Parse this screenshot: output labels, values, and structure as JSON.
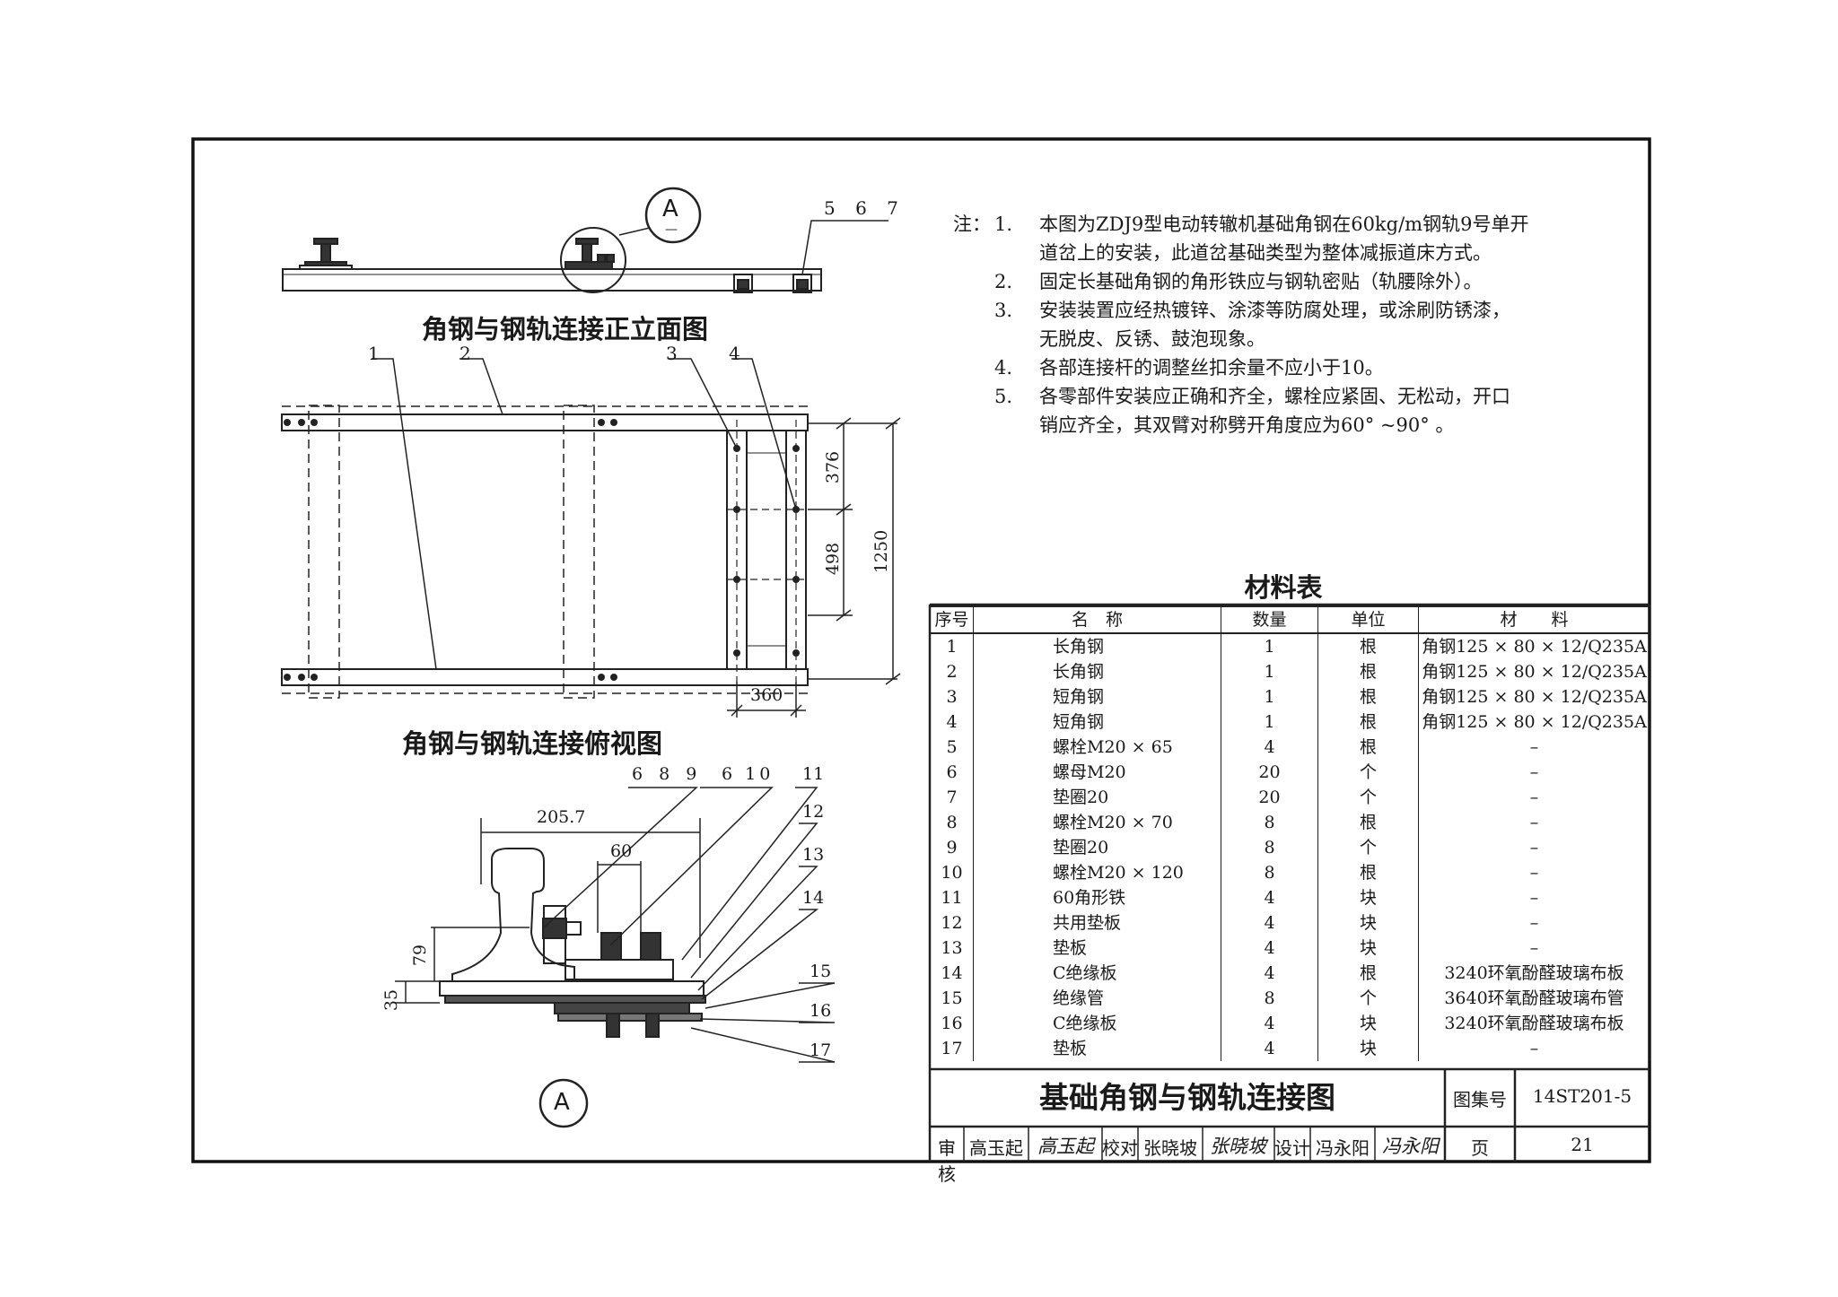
{
  "views": {
    "elevation_title": "角钢与钢轨连接正立面图",
    "plan_title": "角钢与钢轨连接俯视图",
    "detail_label": "A",
    "elevation_callout": "A",
    "elevation_callout_sub": "—",
    "elevation_leader": "5 6 7",
    "plan_leaders": [
      "1",
      "2",
      "3",
      "4"
    ],
    "plan_dims": {
      "d1": "376",
      "d2": "498",
      "d3": "1250",
      "d4": "360"
    },
    "detail_leaders_top": [
      "6 8 9",
      "6 10"
    ],
    "detail_leaders_right": [
      "11",
      "12",
      "13",
      "14",
      "15",
      "16",
      "17"
    ],
    "detail_dims": {
      "d1": "205.7",
      "d2": "60",
      "d3": "79",
      "d4": "35"
    }
  },
  "notes": {
    "prefix": "注：",
    "items": [
      {
        "num": "1.",
        "lines": [
          "本图为ZDJ9型电动转辙机基础角钢在60kg/m钢轨9号单开",
          "道岔上的安装，此道岔基础类型为整体减振道床方式。"
        ]
      },
      {
        "num": "2.",
        "lines": [
          "固定长基础角钢的角形铁应与钢轨密贴（轨腰除外）。"
        ]
      },
      {
        "num": "3.",
        "lines": [
          "安装装置应经热镀锌、涂漆等防腐处理，或涂刷防锈漆，",
          "无脱皮、反锈、鼓泡现象。"
        ]
      },
      {
        "num": "4.",
        "lines": [
          "各部连接杆的调整丝扣余量不应小于10。"
        ]
      },
      {
        "num": "5.",
        "lines": [
          "各零部件安装应正确和齐全，螺栓应紧固、无松动，开口",
          "销应齐全，其双臂对称劈开角度应为60° ~90° 。"
        ]
      }
    ]
  },
  "materials": {
    "title": "材料表",
    "headers": [
      "序号",
      "名　称",
      "数量",
      "单位",
      "材　　料"
    ],
    "rows": [
      [
        "1",
        "长角钢",
        "1",
        "根",
        "角钢125 × 80 × 12/Q235A"
      ],
      [
        "2",
        "长角钢",
        "1",
        "根",
        "角钢125 × 80 × 12/Q235A"
      ],
      [
        "3",
        "短角钢",
        "1",
        "根",
        "角钢125 × 80 × 12/Q235A"
      ],
      [
        "4",
        "短角钢",
        "1",
        "根",
        "角钢125 × 80 × 12/Q235A"
      ],
      [
        "5",
        "螺栓M20 × 65",
        "4",
        "根",
        "–"
      ],
      [
        "6",
        "螺母M20",
        "20",
        "个",
        "–"
      ],
      [
        "7",
        "垫圈20",
        "20",
        "个",
        "–"
      ],
      [
        "8",
        "螺栓M20 × 70",
        "8",
        "根",
        "–"
      ],
      [
        "9",
        "垫圈20",
        "8",
        "个",
        "–"
      ],
      [
        "10",
        "螺栓M20 × 120",
        "8",
        "根",
        "–"
      ],
      [
        "11",
        "60角形铁",
        "4",
        "块",
        "–"
      ],
      [
        "12",
        "共用垫板",
        "4",
        "块",
        "–"
      ],
      [
        "13",
        "垫板",
        "4",
        "块",
        "–"
      ],
      [
        "14",
        "C绝缘板",
        "4",
        "根",
        "3240环氧酚醛玻璃布板"
      ],
      [
        "15",
        "绝缘管",
        "8",
        "个",
        "3640环氧酚醛玻璃布管"
      ],
      [
        "16",
        "C绝缘板",
        "4",
        "块",
        "3240环氧酚醛玻璃布板"
      ],
      [
        "17",
        "垫板",
        "4",
        "块",
        "–"
      ]
    ]
  },
  "title_block": {
    "drawing_title": "基础角钢与钢轨连接图",
    "atlas_label": "图集号",
    "atlas_no": "14ST201-5",
    "review_label": "审核",
    "reviewer": "高玉起",
    "reviewer_sig": "高玉起",
    "check_label": "校对",
    "checker": "张晓坡",
    "checker_sig": "张晓坡",
    "design_label": "设计",
    "designer": "冯永阳",
    "designer_sig": "冯永阳",
    "page_label": "页",
    "page_no": "21"
  }
}
